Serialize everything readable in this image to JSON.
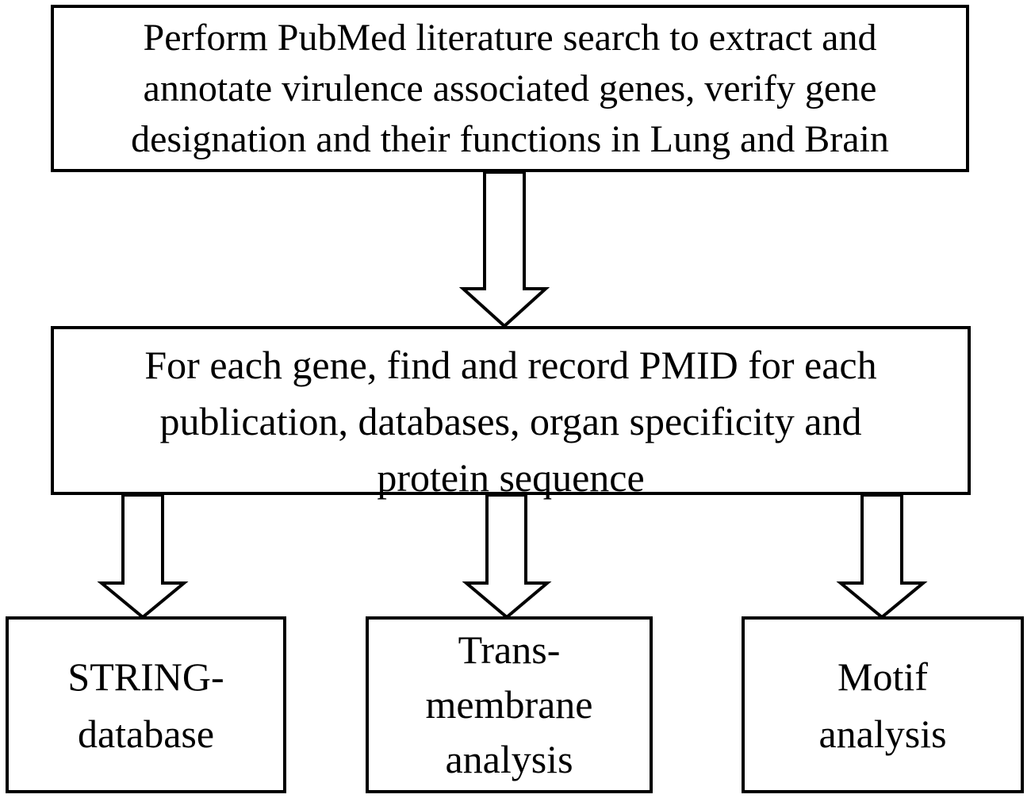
{
  "diagram": {
    "steps": {
      "literature_search": {
        "lines": [
          "Perform PubMed literature search to extract and",
          "annotate virulence associated genes, verify gene",
          "designation and their functions in Lung and Brain"
        ]
      },
      "record_pmid": {
        "lines": [
          "For each gene, find and record PMID for each",
          "publication, databases, organ specificity and",
          "protein sequence"
        ]
      },
      "string_database": {
        "lines": [
          "STRING-",
          "database"
        ]
      },
      "transmembrane_analysis": {
        "lines": [
          "Trans-",
          "membrane",
          "analysis"
        ]
      },
      "motif_analysis": {
        "lines": [
          "Motif",
          "analysis"
        ]
      }
    },
    "connections": [
      {
        "from": "literature_search",
        "to": "record_pmid"
      },
      {
        "from": "record_pmid",
        "to": "string_database"
      },
      {
        "from": "record_pmid",
        "to": "transmembrane_analysis"
      },
      {
        "from": "record_pmid",
        "to": "motif_analysis"
      }
    ],
    "colors": {
      "stroke": "#000000",
      "fill": "#ffffff"
    }
  }
}
